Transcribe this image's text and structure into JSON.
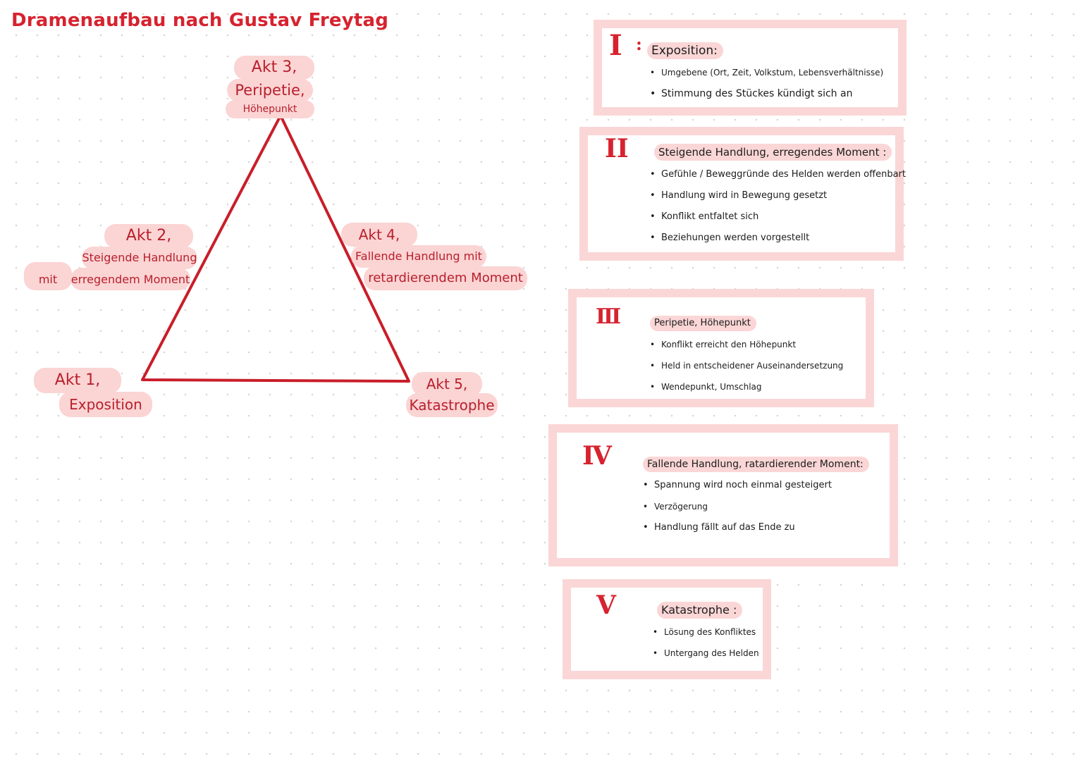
{
  "title": "Dramenaufbau nach Gustav Freytag",
  "colors": {
    "accent": "#d6232f",
    "highlight": "#fbd4d4",
    "triangle": "#c81e2a",
    "text_dark": "#1c1c1c"
  },
  "triangle": {
    "akt1": {
      "line1": "Akt 1,",
      "line2": "Exposition"
    },
    "akt2": {
      "line1": "Akt 2,",
      "line2": "Steigende Handlung",
      "prefix": "mit",
      "line3": "erregendem Moment"
    },
    "akt3": {
      "line1": "Akt 3,",
      "line2": "Peripetie,",
      "line3": "Höhepunkt"
    },
    "akt4": {
      "line1": "Akt 4,",
      "line2": "Fallende Handlung mit",
      "line3": "retardierendem Moment"
    },
    "akt5": {
      "line1": "Akt 5,",
      "line2": "Katastrophe"
    }
  },
  "boxes": [
    {
      "numeral": "I",
      "separator": ":",
      "heading": "Exposition:",
      "bullets": [
        "Umgebene (Ort, Zeit, Volkstum, Lebensverhältnisse)",
        "Stimmung des Stückes kündigt sich an"
      ]
    },
    {
      "numeral": "II",
      "heading": "Steigende Handlung, erregendes Moment :",
      "bullets": [
        "Gefühle / Beweggründe des Helden werden offenbart",
        "Handlung wird in Bewegung gesetzt",
        "Konflikt entfaltet sich",
        "Beziehungen werden vorgestellt"
      ]
    },
    {
      "numeral": "III",
      "heading": "Peripetie, Höhepunkt",
      "bullets": [
        "Konflikt erreicht den Höhepunkt",
        "Held in entscheidener Auseinandersetzung",
        "Wendepunkt, Umschlag"
      ]
    },
    {
      "numeral": "IV",
      "heading": "Fallende Handlung, ratardierender Moment:",
      "bullets": [
        "Spannung wird noch einmal gesteigert",
        "Verzögerung",
        "Handlung fällt auf das Ende zu"
      ]
    },
    {
      "numeral": "V",
      "heading": "Katastrophe :",
      "bullets": [
        "Lösung des Konfliktes",
        "Untergang des Helden"
      ]
    }
  ]
}
